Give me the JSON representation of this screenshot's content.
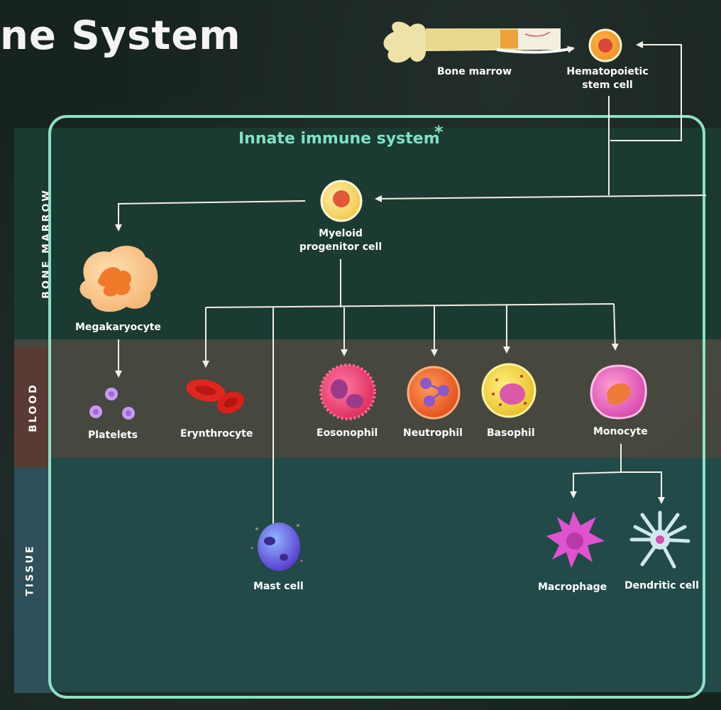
{
  "header": {
    "title": "ne System"
  },
  "innate": {
    "title": "Innate immune system",
    "asterisk": "*"
  },
  "side_labels": {
    "bone_marrow": "BONE MARROW",
    "blood": "BLOOD",
    "tissue": "TISSUE"
  },
  "top": {
    "bone_marrow_label": "Bone marrow",
    "hsc_line1": "Hematopoietic",
    "hsc_line2": "stem cell"
  },
  "cells": {
    "myeloid_line1": "Myeloid",
    "myeloid_line2": "progenitor cell",
    "megakaryocyte": "Megakaryocyte",
    "platelets": "Platelets",
    "erythrocyte": "Erynthrocyte",
    "eosinophil": "Eosonophil",
    "neutrophil": "Neutrophil",
    "basophil": "Basophil",
    "monocyte": "Monocyte",
    "mast_cell": "Mast cell",
    "macrophage": "Macrophage",
    "dendritic_cell": "Dendritic cell"
  },
  "colors": {
    "accent": "#8de0c6",
    "arrow": "#f2f0e6",
    "bone_marrow_band": "#1b3a32",
    "blood_band": "#4a4a40",
    "tissue_band": "#214a48"
  }
}
